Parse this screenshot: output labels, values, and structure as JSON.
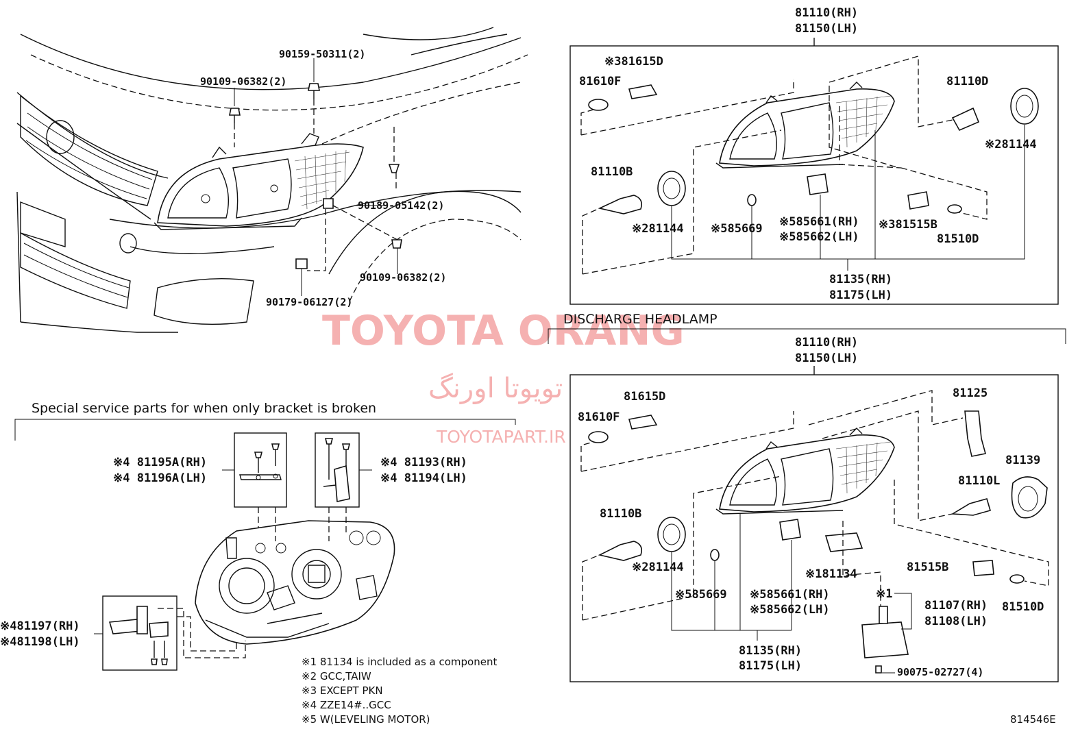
{
  "watermark": {
    "title": "TOYOTA ORANG",
    "persian": "تویوتا اورنگ",
    "url": "TOYOTAPART.IR"
  },
  "vehicle_labels": {
    "p1": "90159-50311(2)",
    "p2": "90109-06382(2)",
    "p3": "90189-05142(2)",
    "p4": "90109-06382(2)",
    "p5": "90179-06127(2)"
  },
  "halogen": {
    "assy_rh": "81110(RH)",
    "assy_lh": "81150(LH)",
    "bulb_socket": "※381615D",
    "bulb_small": "81610F",
    "hi_bulb": "81110D",
    "cover_r": "※281144",
    "lo_bulb": "81110B",
    "cover_l": "※281144",
    "oring": "※585669",
    "motor_rh": "※585661(RH)",
    "motor_lh": "※585662(LH)",
    "sock2": "※381515B",
    "bulb2": "81510D",
    "unit_rh": "81135(RH)",
    "unit_lh": "81175(LH)"
  },
  "discharge": {
    "title": "DISCHARGE HEADLAMP",
    "assy_rh": "81110(RH)",
    "assy_lh": "81150(LH)",
    "bulb_socket": "81615D",
    "bulb_small": "81610F",
    "wire": "81125",
    "cover_big": "81139",
    "hid_bulb": "81110L",
    "lo_bulb": "81110B",
    "cover_l": "※281144",
    "gasket": "※181134",
    "sock2": "81515B",
    "bulb2": "81510D",
    "oring": "※585669",
    "motor_rh": "※585661(RH)",
    "motor_lh": "※585662(LH)",
    "marker1": "※1",
    "ballast_rh": "81107(RH)",
    "ballast_lh": "81108(LH)",
    "unit_rh": "81135(RH)",
    "unit_lh": "81175(LH)",
    "screw": "90075-02727(4)"
  },
  "bracket": {
    "title": "Special service parts for when only bracket is broken",
    "a_rh": "※4 81195A(RH)",
    "a_lh": "※4 81196A(LH)",
    "b_rh": "※4 81193(RH)",
    "b_lh": "※4 81194(LH)",
    "c_rh": "※481197(RH)",
    "c_lh": "※481198(LH)"
  },
  "notes": [
    "※1  81134  is  included  as  a  component",
    "※2  GCC,TAIW",
    "※3  EXCEPT  PKN",
    "※4  ZZE14#..GCC",
    "※5  W(LEVELING MOTOR)"
  ],
  "figure_id": "814546E"
}
